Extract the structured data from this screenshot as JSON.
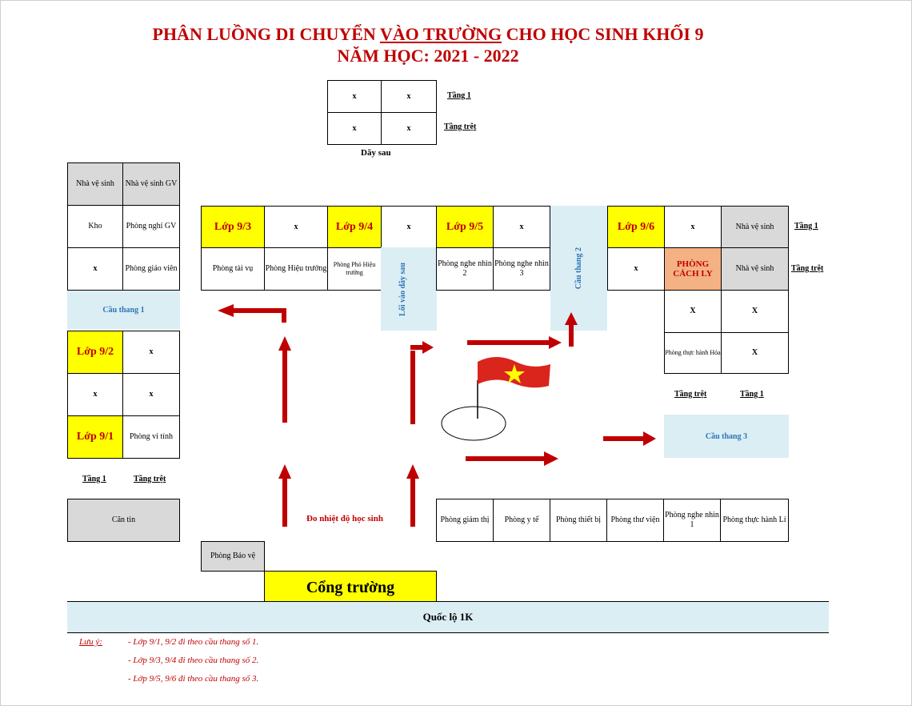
{
  "title": {
    "line1_prefix": "PHÂN LUỒNG DI CHUYỂN ",
    "line1_underlined": "VÀO TRƯỜNG",
    "line1_suffix": " CHO HỌC SINH KHỐI 9",
    "line2": "NĂM HỌC: 2021 - 2022"
  },
  "back_building": {
    "cells": [
      "x",
      "x",
      "x",
      "x"
    ],
    "floor1": "Tầng 1",
    "ground": "Tầng trệt",
    "name": "Dãy sau"
  },
  "left_block": {
    "wc": "Nhà vệ sinh",
    "wc_teacher": "Nhà vệ sinh GV",
    "storage": "Kho",
    "teacher_rest": "Phòng nghỉ GV",
    "x1": "x",
    "teacher_room": "Phòng giáo viên",
    "stair1": "Cầu thang 1",
    "class92": "Lớp 9/2",
    "x2": "x",
    "x3": "x",
    "x4": "x",
    "class91": "Lớp 9/1",
    "computer_room": "Phòng vi tính",
    "floor1": "Tầng 1",
    "ground": "Tầng trệt",
    "canteen": "Căn tin"
  },
  "middle_block": {
    "class93": "Lớp 9/3",
    "x1": "x",
    "class94": "Lớp 9/4",
    "x2": "x",
    "class95": "Lớp 9/5",
    "x3": "x",
    "finance": "Phòng tài vụ",
    "principal": "Phòng Hiệu trưởng",
    "vice_principal": "Phòng Phó Hiệu trưởng",
    "back_entry": "Lối vào dãy sau",
    "listen2": "Phòng nghe nhìn 2",
    "listen3": "Phòng nghe nhìn 3",
    "stair2": "Cầu thang 2"
  },
  "right_block": {
    "class96": "Lớp 9/6",
    "x1": "x",
    "wc1": "Nhà vệ sinh",
    "floor1": "Tầng 1",
    "x2": "x",
    "isolation": "PHÒNG CÁCH LY",
    "wc2": "Nhà vệ sinh",
    "ground": "Tầng trệt",
    "x3": "X",
    "x4": "X",
    "chem_lab": "Phòng thực hành Hóa",
    "x5": "X",
    "ground2": "Tầng trệt",
    "floor1b": "Tầng 1",
    "stair3": "Cầu thang 3"
  },
  "bottom_block": {
    "proctor": "Phòng giám thị",
    "medical": "Phòng y tế",
    "equipment": "Phòng thiết bị",
    "library": "Phòng thư viện",
    "listen1": "Phòng nghe nhìn 1",
    "physics_lab": "Phòng thực hành Lí"
  },
  "guard": "Phòng Bảo vệ",
  "gate": "Cổng trường",
  "temperature": "Đo nhiệt độ học sinh",
  "road": "Quốc lộ 1K",
  "notes": {
    "label": "Lưu ý:",
    "line1": "- Lớp 9/1, 9/2 đi theo cầu thang số 1.",
    "line2": "- Lớp 9/3, 9/4 đi theo cầu thang số 2.",
    "line3": "- Lớp 9/5, 9/6 đi theo cầu thang số 3."
  },
  "colors": {
    "arrow": "#c00000",
    "classroom": "#ffff00",
    "stairs": "#dbeef4",
    "isolation": "#f4b183",
    "flag": "#da251d",
    "star": "#ffff00"
  }
}
